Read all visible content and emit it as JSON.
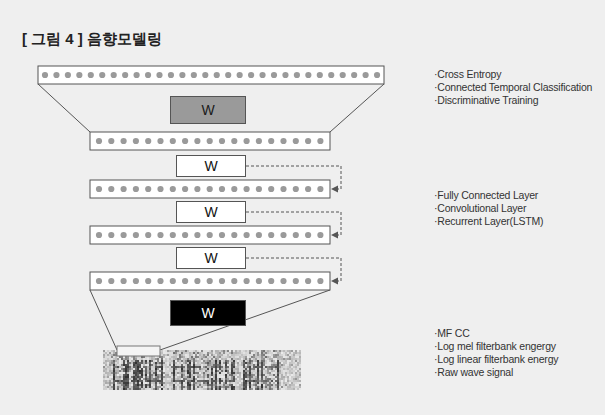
{
  "diagram": {
    "title": "[ 그림 4 ] 음향모델링",
    "nodes": [
      {
        "text": [
          "W"
        ]
      },
      {
        "text": [
          "W"
        ]
      },
      {
        "text": [
          "W"
        ]
      },
      {
        "text": [
          "W"
        ]
      },
      {
        "text": [
          "W"
        ]
      }
    ],
    "labels": [
      "·Cross Entropy",
      "·Connected Temporal Classification",
      "·Discriminative Training",
      "·Fully Connected Layer",
      "·Convolutional Layer",
      "·Recurrent Layer(LSTM)",
      "·MF CC",
      "·Log mel filterbank engergy",
      "·Log linear filterbank energy",
      "·Raw wave signal"
    ]
  }
}
